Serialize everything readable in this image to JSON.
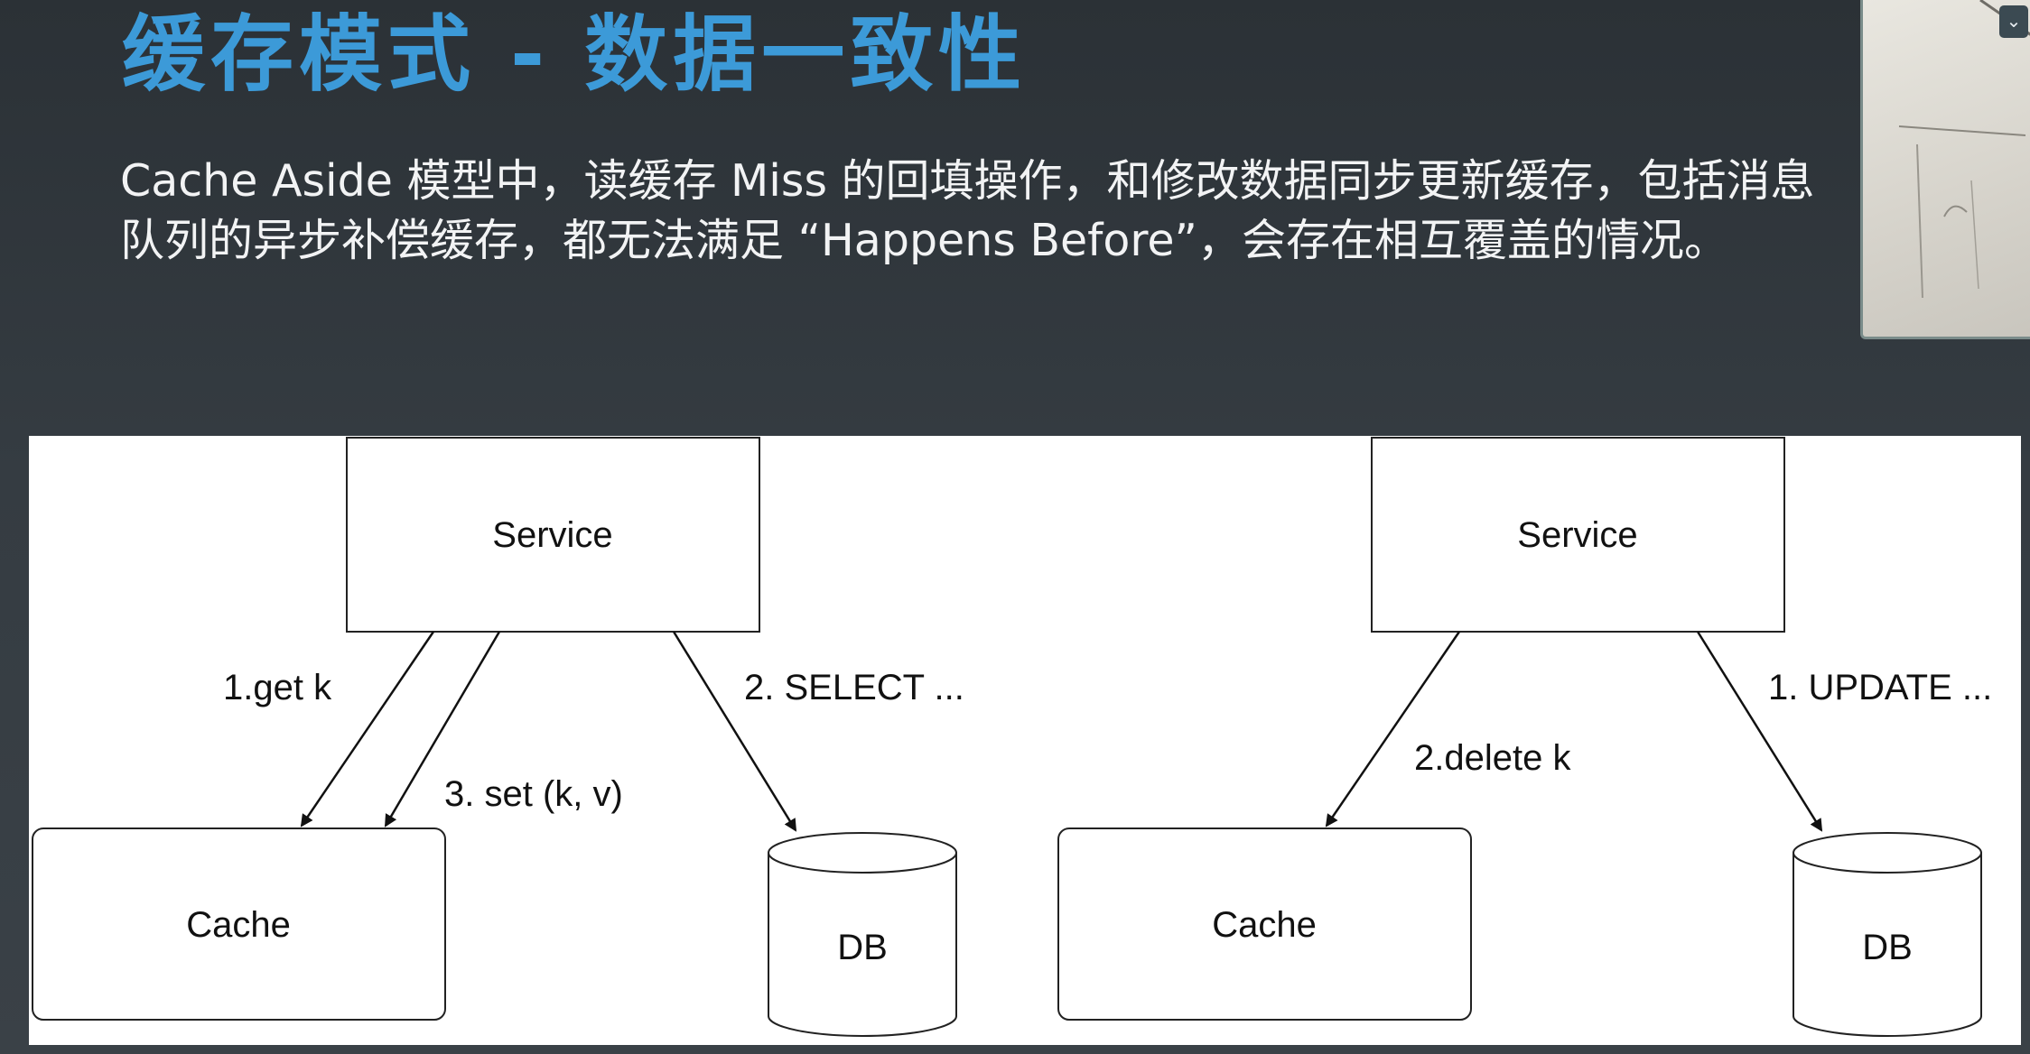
{
  "slide": {
    "title": "缓存模式 - 数据一致性",
    "description_line1": "Cache Aside 模型中，读缓存 Miss 的回填操作，和修改数据同步更新缓存，包括消息",
    "description_line2": "队列的异步补偿缓存，都无法满足 “Happens Before”，会存在相互覆盖的情况。"
  },
  "diagram": {
    "left": {
      "service_label": "Service",
      "cache_label": "Cache",
      "db_label": "DB",
      "edge_get": "1.get k",
      "edge_set": "3. set (k, v)",
      "edge_select": "2. SELECT ..."
    },
    "right": {
      "service_label": "Service",
      "cache_label": "Cache",
      "db_label": "DB",
      "edge_delete": "2.delete k",
      "edge_update": "1. UPDATE ..."
    }
  },
  "colors": {
    "title": "#3c9ad8",
    "background": "#30373c",
    "diagram_bg": "#ffffff"
  },
  "icons": {
    "dropdown": "chevron-down-icon"
  }
}
